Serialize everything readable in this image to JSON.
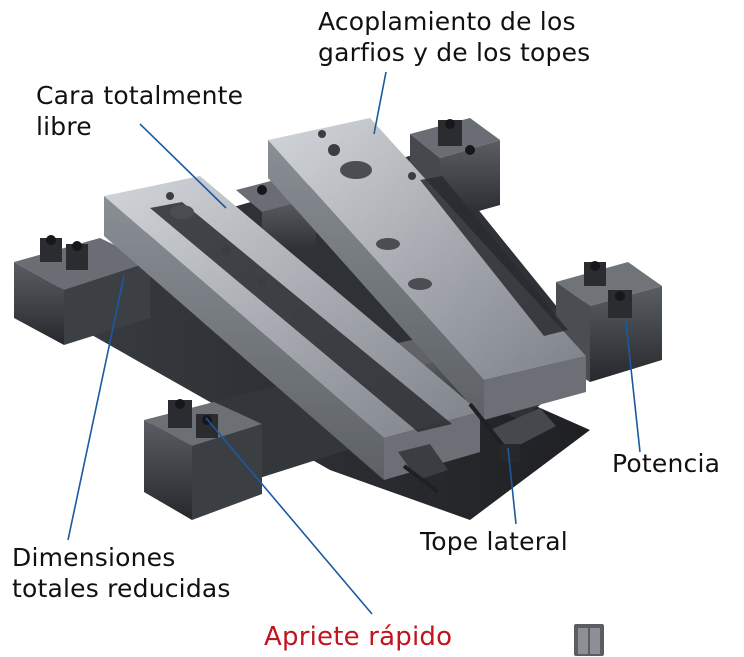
{
  "labels": {
    "coupling_line1": "Acoplamiento de los",
    "coupling_line2": "garfios y de los topes",
    "face_line1": "Cara totalmente",
    "face_line2": "libre",
    "power": "Potencia",
    "side_stop": "Tope lateral",
    "dimensions_line1": "Dimensiones",
    "dimensions_line2": "totales reducidas",
    "quick_clamp": "Apriete rápido"
  },
  "colors": {
    "label_text": "#111111",
    "callout_line": "#1a5aa0",
    "highlight_text": "#c0141e",
    "plate_steel": "#a9adb2",
    "clamp_dark": "#3a3d42"
  },
  "icons": [
    "dual-plate-icon"
  ]
}
